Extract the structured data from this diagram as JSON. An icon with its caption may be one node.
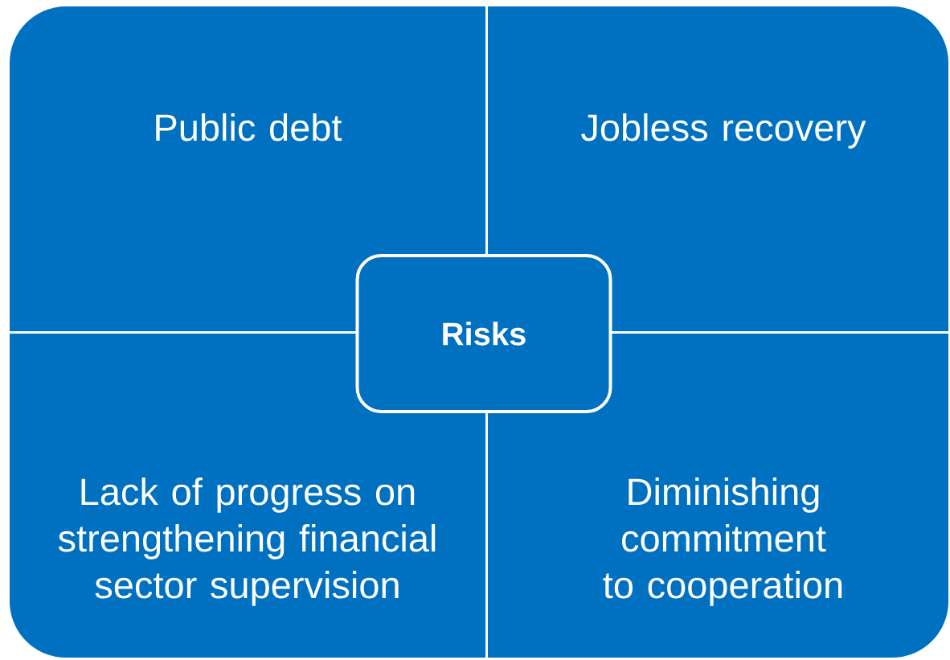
{
  "diagram": {
    "nodes": [
      {
        "text": [
          "Public debt"
        ]
      },
      {
        "text": [
          "Jobless recovery"
        ]
      },
      {
        "text": [
          "Risks"
        ]
      },
      {
        "text": [
          "Lack of progress on strengthening financial sector supervision"
        ]
      },
      {
        "text": [
          "Diminishing commitment to cooperation"
        ]
      }
    ]
  }
}
